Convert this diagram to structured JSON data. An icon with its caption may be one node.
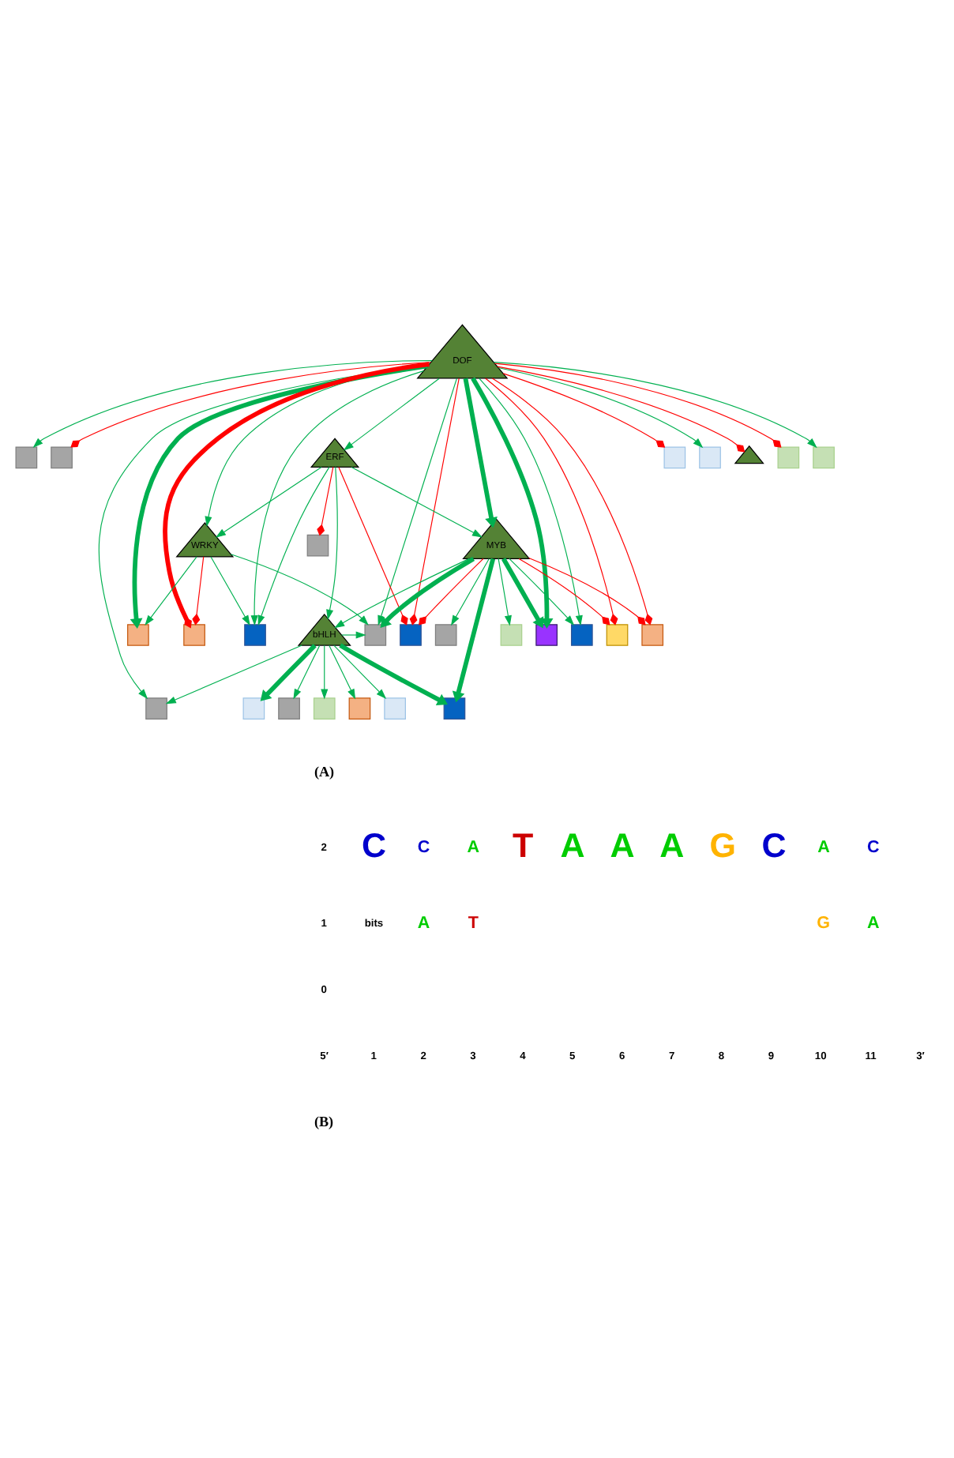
{
  "diagram": {
    "nodes": [
      {
        "text": [
          "DOF"
        ]
      },
      {
        "text": [],
        "shape": "box"
      },
      {
        "text": [],
        "shape": "box"
      },
      {
        "text": [],
        "shape": "box"
      },
      {
        "text": [],
        "shape": "box"
      },
      {
        "text": [],
        "shape": "box"
      },
      {
        "text": [],
        "shape": "triangle"
      },
      {
        "text": [],
        "shape": "box"
      },
      {
        "text": [],
        "shape": "box"
      },
      {
        "text": [
          "ERF"
        ]
      },
      {
        "text": [
          "WRKY"
        ]
      },
      {
        "text": [],
        "shape": "box"
      },
      {
        "text": [],
        "shape": "box"
      },
      {
        "text": [],
        "shape": "box"
      },
      {
        "text": [
          "MYB"
        ]
      },
      {
        "text": [],
        "shape": "box"
      },
      {
        "text": [],
        "shape": "box"
      },
      {
        "text": [],
        "shape": "box"
      },
      {
        "text": [
          "bHLH"
        ]
      },
      {
        "text": [],
        "shape": "box"
      },
      {
        "text": [],
        "shape": "box"
      },
      {
        "text": [],
        "shape": "box"
      },
      {
        "text": [],
        "shape": "box"
      },
      {
        "text": [],
        "shape": "box"
      },
      {
        "text": [],
        "shape": "box"
      },
      {
        "text": [],
        "shape": "box"
      },
      {
        "text": [],
        "shape": "box"
      },
      {
        "text": [],
        "shape": "box"
      },
      {
        "text": [],
        "shape": "box"
      },
      {
        "text": [],
        "shape": "box"
      },
      {
        "text": [],
        "shape": "box"
      }
    ],
    "edges": [
      {
        "from": 0,
        "to": 1,
        "arrow": "to"
      },
      {
        "from": 0,
        "to": 2,
        "arrow": "other",
        "color": "#ff0000"
      },
      {
        "from": 0,
        "to": 3,
        "arrow": "to"
      },
      {
        "from": 0,
        "to": 7,
        "arrow": "other",
        "color": "#ff0000"
      },
      {
        "from": 0,
        "to": 8,
        "arrow": "to"
      },
      {
        "from": 0,
        "to": 4,
        "arrow": "other",
        "color": "#ff0000"
      },
      {
        "from": 0,
        "to": 5,
        "arrow": "to"
      },
      {
        "from": 0,
        "to": 6,
        "arrow": "other",
        "color": "#ff0000"
      },
      {
        "from": 0,
        "to": 9,
        "arrow": "to"
      },
      {
        "from": 0,
        "to": 10,
        "arrow": "to"
      },
      {
        "from": 0,
        "to": 11,
        "arrow": "to",
        "style": "thick"
      },
      {
        "from": 0,
        "to": 12,
        "arrow": "other",
        "style": "thick",
        "color": "#ff0000"
      },
      {
        "from": 0,
        "to": 13,
        "arrow": "to"
      },
      {
        "from": 0,
        "to": 19,
        "arrow": "to",
        "style": "thick"
      },
      {
        "from": 0,
        "to": 22,
        "arrow": "other",
        "color": "#ff0000"
      },
      {
        "from": 0,
        "to": 23,
        "arrow": "other",
        "color": "#ff0000"
      },
      {
        "from": 0,
        "to": 14,
        "arrow": "to",
        "style": "thick"
      },
      {
        "from": 0,
        "to": 20,
        "arrow": "to"
      },
      {
        "from": 0,
        "to": 15,
        "arrow": "other",
        "color": "#ff0000"
      },
      {
        "from": 0,
        "to": 17,
        "arrow": "to"
      },
      {
        "from": 9,
        "to": 10,
        "arrow": "to"
      },
      {
        "from": 9,
        "to": 14,
        "arrow": "to"
      },
      {
        "from": 9,
        "to": 18,
        "arrow": "to"
      },
      {
        "from": 9,
        "to": 15,
        "arrow": "other",
        "color": "#ff0000"
      },
      {
        "from": 9,
        "to": 17,
        "arrow": "to"
      },
      {
        "from": 9,
        "to": 16,
        "arrow": "other",
        "color": "#ff0000"
      },
      {
        "from": 10,
        "to": 11,
        "arrow": "to"
      },
      {
        "from": 10,
        "to": 12,
        "arrow": "other",
        "color": "#ff0000"
      },
      {
        "from": 10,
        "to": 13,
        "arrow": "to"
      },
      {
        "from": 10,
        "to": 17,
        "arrow": "to"
      },
      {
        "from": 14,
        "to": 13,
        "arrow": "to",
        "style": "thick"
      },
      {
        "from": 14,
        "to": 18,
        "arrow": "to"
      },
      {
        "from": 14,
        "to": 15,
        "arrow": "other",
        "color": "#ff0000"
      },
      {
        "from": 14,
        "to": 19,
        "arrow": "to",
        "style": "thick"
      },
      {
        "from": 14,
        "to": 22,
        "arrow": "other",
        "color": "#ff0000"
      },
      {
        "from": 14,
        "to": 23,
        "arrow": "other",
        "color": "#ff0000"
      },
      {
        "from": 14,
        "to": 24,
        "arrow": "to"
      },
      {
        "from": 14,
        "to": 25,
        "arrow": "to"
      },
      {
        "from": 14,
        "to": 21,
        "arrow": "to",
        "style": "thick"
      },
      {
        "from": 14,
        "to": 20,
        "arrow": "to"
      },
      {
        "from": 18,
        "to": 3,
        "arrow": "to"
      },
      {
        "from": 18,
        "to": 13,
        "arrow": "to"
      },
      {
        "from": 18,
        "to": 21,
        "arrow": "to",
        "style": "thick"
      },
      {
        "from": 18,
        "to": 26,
        "arrow": "to"
      },
      {
        "from": 18,
        "to": 27,
        "arrow": "to"
      },
      {
        "from": 18,
        "to": 28,
        "arrow": "to"
      },
      {
        "from": 18,
        "to": 29,
        "arrow": "to",
        "style": "thick"
      },
      {
        "from": 18,
        "to": 30,
        "arrow": "to"
      }
    ],
    "labels": [
      "(A)",
      "2",
      "1",
      "0",
      "bits",
      "C",
      "C",
      "A",
      "A",
      "T",
      "T",
      "A",
      "A",
      "A",
      "G",
      "C",
      "A",
      "G",
      "C",
      "A",
      "5′",
      "1",
      "2",
      "3",
      "4",
      "5",
      "6",
      "7",
      "8",
      "9",
      "10",
      "11",
      "3′",
      "(B)"
    ]
  }
}
